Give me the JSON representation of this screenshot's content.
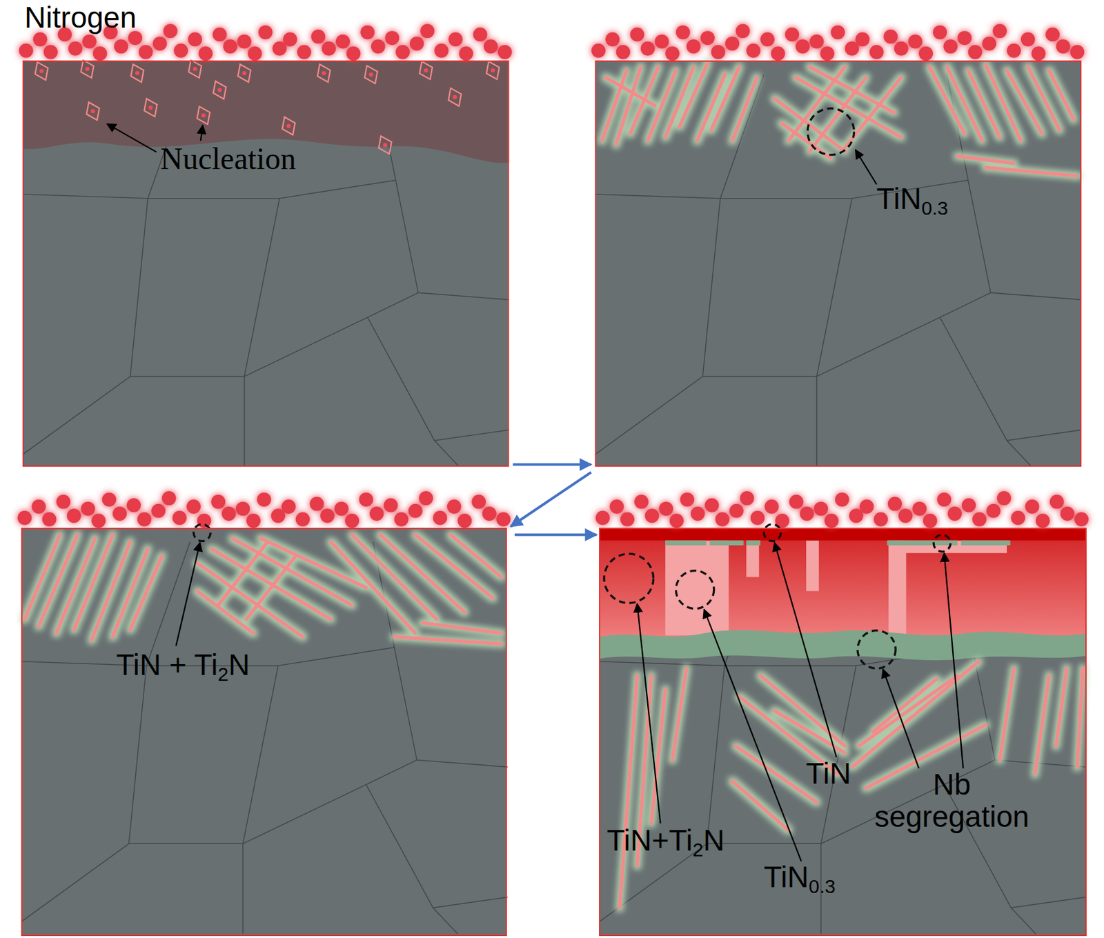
{
  "diagram": {
    "nodes": [
      {
        "text": [
          "Nitrogen",
          "Nucleation"
        ]
      },
      {
        "text": [
          "TiN0.3"
        ]
      },
      {
        "text": [
          "TiN + Ti2N"
        ]
      },
      {
        "text": [
          "TiN+Ti2N",
          "TiN0.3",
          "TiN",
          "Nb segregation"
        ]
      }
    ],
    "edges": [
      {
        "from": 0,
        "to": 1,
        "arrow": "to"
      },
      {
        "from": 1,
        "to": 2,
        "arrow": "to"
      },
      {
        "from": 2,
        "to": 3,
        "arrow": "to"
      }
    ]
  }
}
